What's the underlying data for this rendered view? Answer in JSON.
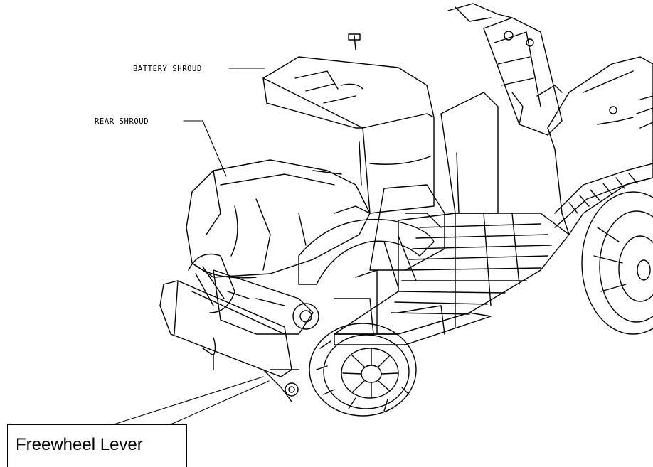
{
  "labels": {
    "battery_shroud": "BATTERY SHROUD",
    "rear_shroud": "REAR SHROUD",
    "freewheel_lever": "Freewheel Lever"
  },
  "colors": {
    "line": "#000000",
    "background": "#ffffff"
  }
}
